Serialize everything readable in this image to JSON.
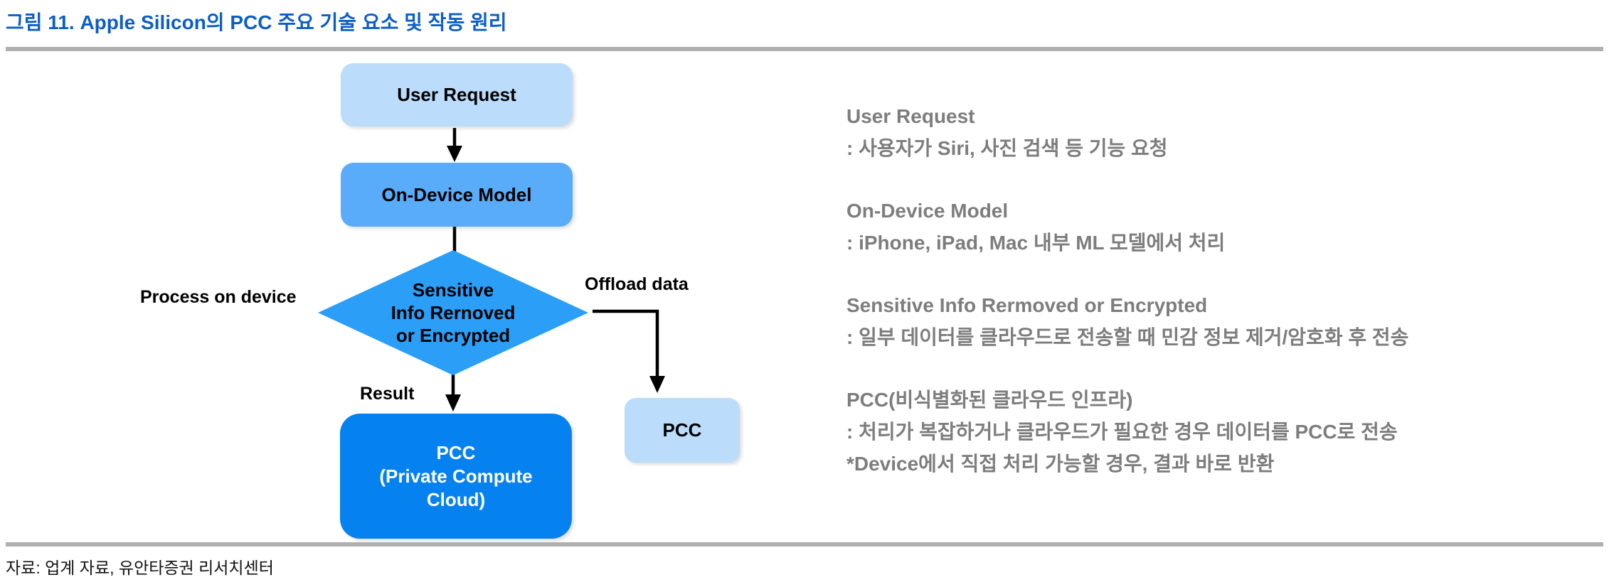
{
  "header": {
    "title": "그림 11. Apple Silicon의 PCC 주요 기술 요소 및 작동 원리"
  },
  "flowchart": {
    "user_request": {
      "label": "User Request"
    },
    "on_device_model": {
      "label": "On-Device Model"
    },
    "decision": {
      "line1": "Sensitive",
      "line2": "Info Rernoved",
      "line3": "or Encrypted"
    },
    "pcc_main": {
      "line1": "PCC",
      "line2": "(Private Compute",
      "line3": "Cloud)"
    },
    "pcc_small": {
      "label": "PCC"
    },
    "edge_labels": {
      "process_on_device": "Process on device",
      "offload_data": "Offload data",
      "result": "Result"
    }
  },
  "annotations": {
    "block1": {
      "heading": "User Request",
      "line1": ": 사용자가 Siri, 사진 검색 등 기능 요청"
    },
    "block2": {
      "heading": "On-Device Model",
      "line1": ": iPhone, iPad, Mac 내부 ML 모델에서 처리"
    },
    "block3": {
      "heading": "Sensitive Info Rermoved or Encrypted",
      "line1": ": 일부 데이터를 클라우드로 전송할 때 민감 정보 제거/암호화 후 전송"
    },
    "block4": {
      "heading": "PCC(비식별화된 클라우드 인프라)",
      "line1": ": 처리가 복잡하거나 클라우드가 필요한 경우 데이터를 PCC로 전송",
      "line2": "*Device에서 직접 처리 가능할 경우, 결과 바로 반환"
    }
  },
  "footer": {
    "source": "자료: 업계 자료, 유안타증권 리서치센터"
  },
  "colors": {
    "title_blue": "#0C5EC6",
    "box_light_blue": "#BBDCFB",
    "box_mid_blue": "#58ACFA",
    "diamond_blue": "#2B9EF7",
    "box_dark_blue": "#0682F0",
    "annotation_gray": "#7D7D7D",
    "rule_gray": "#AFAFAF",
    "arrow_black": "#000000"
  }
}
